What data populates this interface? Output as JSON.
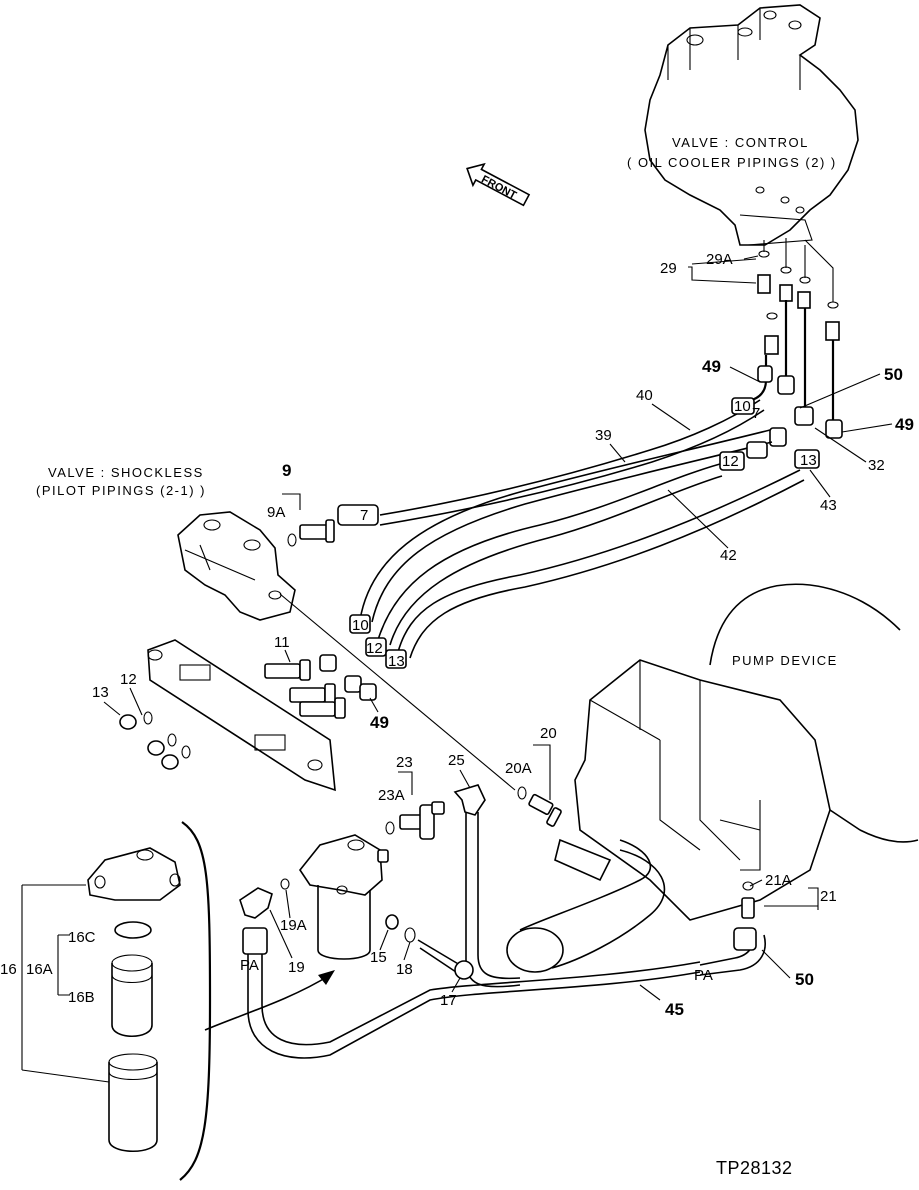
{
  "captions": {
    "control_valve": [
      "VALVE : CONTROL",
      "( OIL COOLER PIPINGS (2) )"
    ],
    "shockless_valve": [
      "VALVE : SHOCKLESS",
      "(PILOT PIPINGS (2-1) )"
    ],
    "pump_device": "PUMP DEVICE",
    "front": "FRONT",
    "drawing_code": "TP28132"
  },
  "callouts": {
    "c9": "9",
    "c9a": "9A",
    "c11": "11",
    "c12": "12",
    "c13": "13",
    "c16": "16",
    "c16a": "16A",
    "c16b": "16B",
    "c16c": "16C",
    "c17": "17",
    "c18": "18",
    "c19": "19",
    "c19a": "19A",
    "c15": "15",
    "c20": "20",
    "c20a": "20A",
    "c21": "21",
    "c21a": "21A",
    "c23": "23",
    "c23a": "23A",
    "c25": "25",
    "c29": "29",
    "c29a": "29A",
    "c32": "32",
    "c39": "39",
    "c40": "40",
    "c42": "42",
    "c43": "43",
    "c45": "45",
    "c49_top": "49",
    "c49_right": "49",
    "c49_mid": "49",
    "c50_top": "50",
    "c50_bottom": "50",
    "pa_left": "PA",
    "pa_right": "PA"
  },
  "hose_tags": {
    "t7_top": "7",
    "t10_top": "10",
    "t12_top": "12",
    "t13_top": "13",
    "t7_mid": "7",
    "t10_low": "10",
    "t12_low": "12",
    "t13_low": "13"
  }
}
